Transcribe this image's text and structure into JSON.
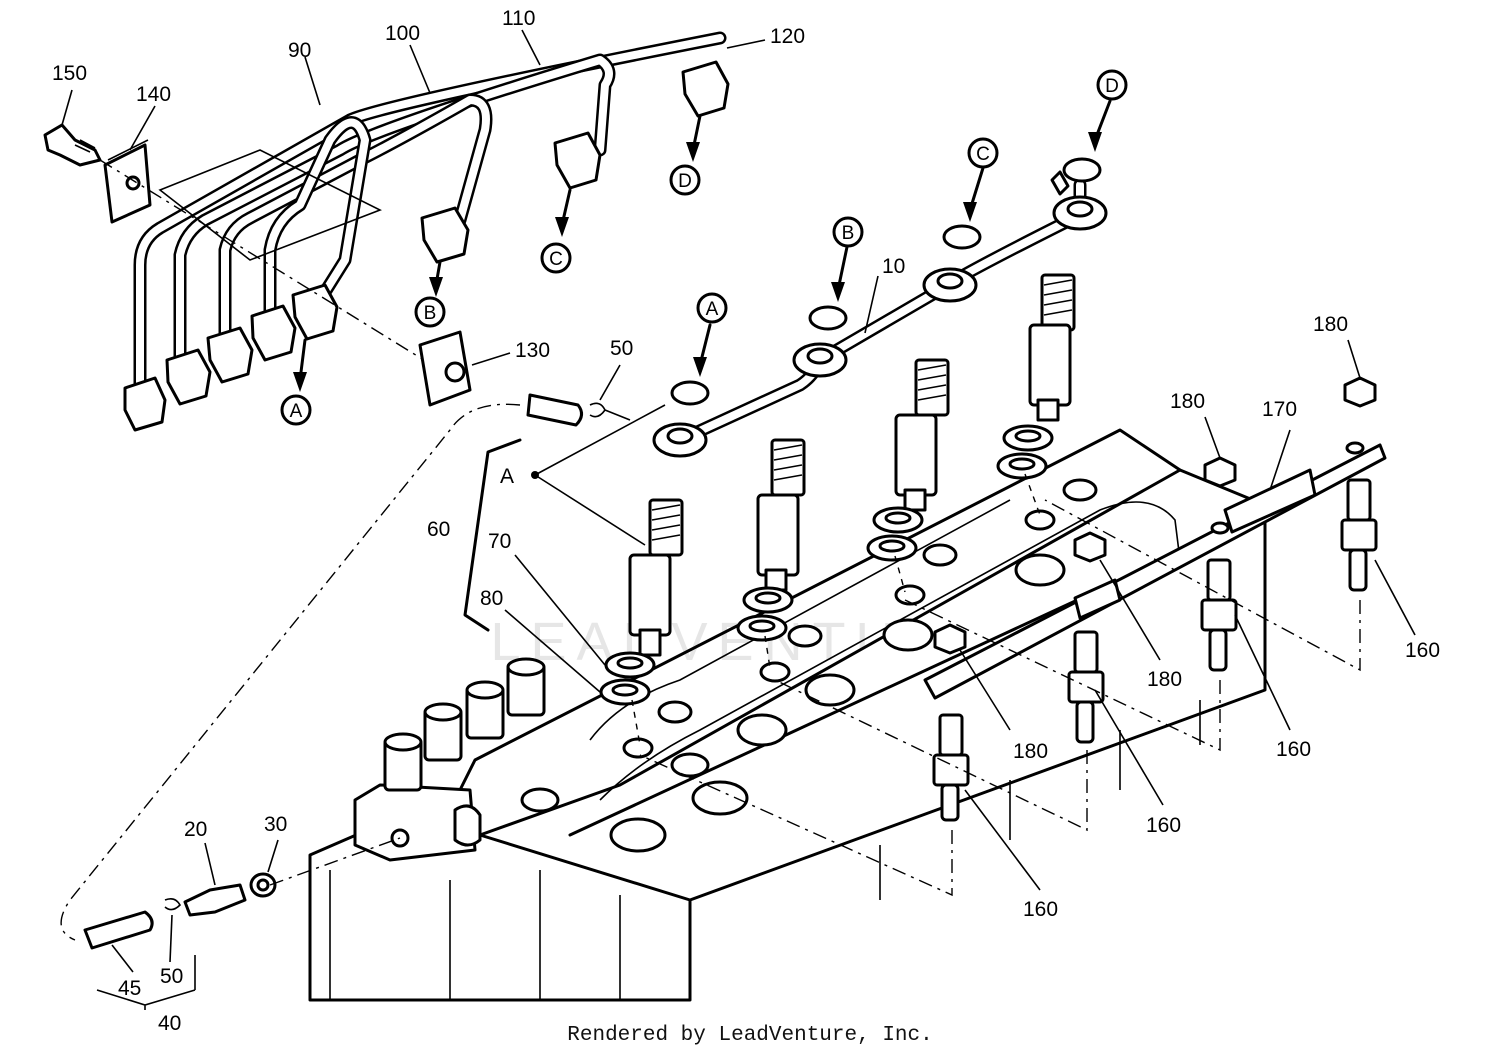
{
  "diagram": {
    "credit": "Rendered by LeadVenture, Inc.",
    "watermark": "LEADVENTURE",
    "callouts": [
      {
        "letter": "A"
      },
      {
        "letter": "B"
      },
      {
        "letter": "C"
      },
      {
        "letter": "D"
      },
      {
        "letter": "A"
      },
      {
        "letter": "B"
      },
      {
        "letter": "C"
      },
      {
        "letter": "D"
      }
    ],
    "callout_group_label": "A",
    "part_labels": [
      {
        "text": "150"
      },
      {
        "text": "140"
      },
      {
        "text": "90"
      },
      {
        "text": "100"
      },
      {
        "text": "110"
      },
      {
        "text": "120"
      },
      {
        "text": "130"
      },
      {
        "text": "50"
      },
      {
        "text": "10"
      },
      {
        "text": "180"
      },
      {
        "text": "180"
      },
      {
        "text": "170"
      },
      {
        "text": "60"
      },
      {
        "text": "70"
      },
      {
        "text": "80"
      },
      {
        "text": "180"
      },
      {
        "text": "180"
      },
      {
        "text": "160"
      },
      {
        "text": "160"
      },
      {
        "text": "160"
      },
      {
        "text": "160"
      },
      {
        "text": "20"
      },
      {
        "text": "30"
      },
      {
        "text": "50"
      },
      {
        "text": "45"
      },
      {
        "text": "40"
      }
    ]
  }
}
